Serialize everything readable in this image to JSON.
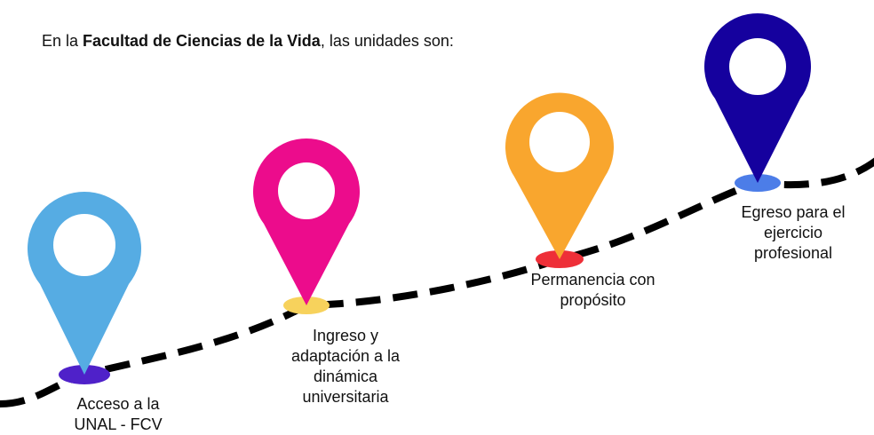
{
  "intro": {
    "prefix": "En la ",
    "emphasis": "Facultad de Ciencias de la Vida",
    "suffix": ", las unidades son:"
  },
  "steps": [
    {
      "lines": [
        "Acceso a la",
        "UNAL - FCV"
      ],
      "pin_color": "#56ACE3",
      "base_color": "#4F21C9"
    },
    {
      "lines": [
        "Ingreso y",
        "adaptación a la",
        "dinámica",
        "universitaria"
      ],
      "pin_color": "#EC0C8C",
      "base_color": "#F7D25C"
    },
    {
      "lines": [
        "Permanencia con",
        "propósito"
      ],
      "pin_color": "#F9A62E",
      "base_color": "#EE2F38"
    },
    {
      "lines": [
        "Egreso para el",
        "ejercicio",
        "profesional"
      ],
      "pin_color": "#15019E",
      "base_color": "#4C7DE8"
    }
  ],
  "path_color": "#000000"
}
